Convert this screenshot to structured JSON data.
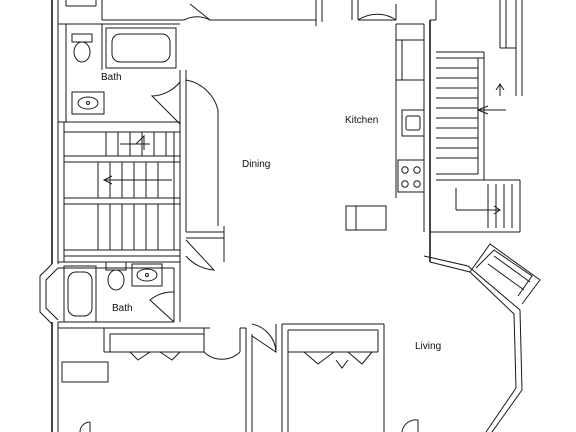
{
  "plan": {
    "rooms": [
      {
        "id": "bath-upper",
        "label": "Bath"
      },
      {
        "id": "kitchen",
        "label": "Kitchen"
      },
      {
        "id": "dining",
        "label": "Dining"
      },
      {
        "id": "bath-lower",
        "label": "Bath"
      },
      {
        "id": "living",
        "label": "Living"
      }
    ]
  }
}
